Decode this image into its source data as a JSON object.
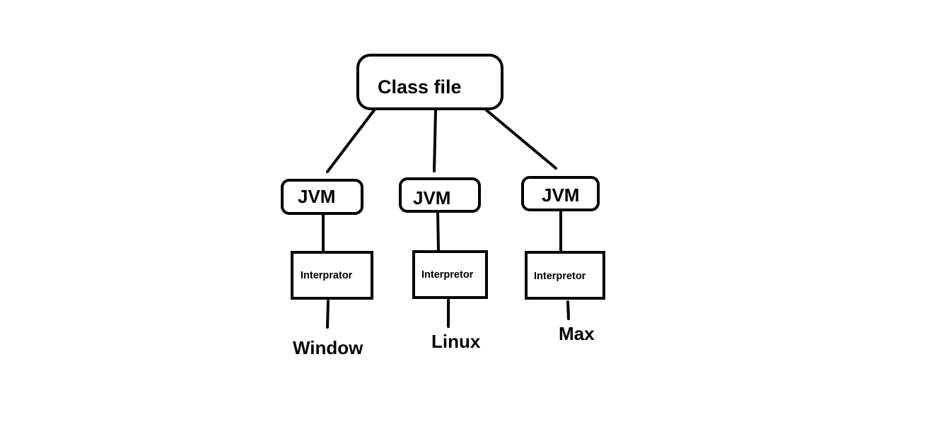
{
  "diagram": {
    "root": {
      "label": "Class file"
    },
    "branches": [
      {
        "jvm": "JVM",
        "interpreter": "Interprator",
        "os": "Window"
      },
      {
        "jvm": "JVM",
        "interpreter": "Interpretor",
        "os": "Linux"
      },
      {
        "jvm": "JVM",
        "interpreter": "Interpretor",
        "os": "Max"
      }
    ],
    "colors": {
      "stroke": "#000000",
      "background": "#ffffff",
      "text": "#000000"
    }
  }
}
